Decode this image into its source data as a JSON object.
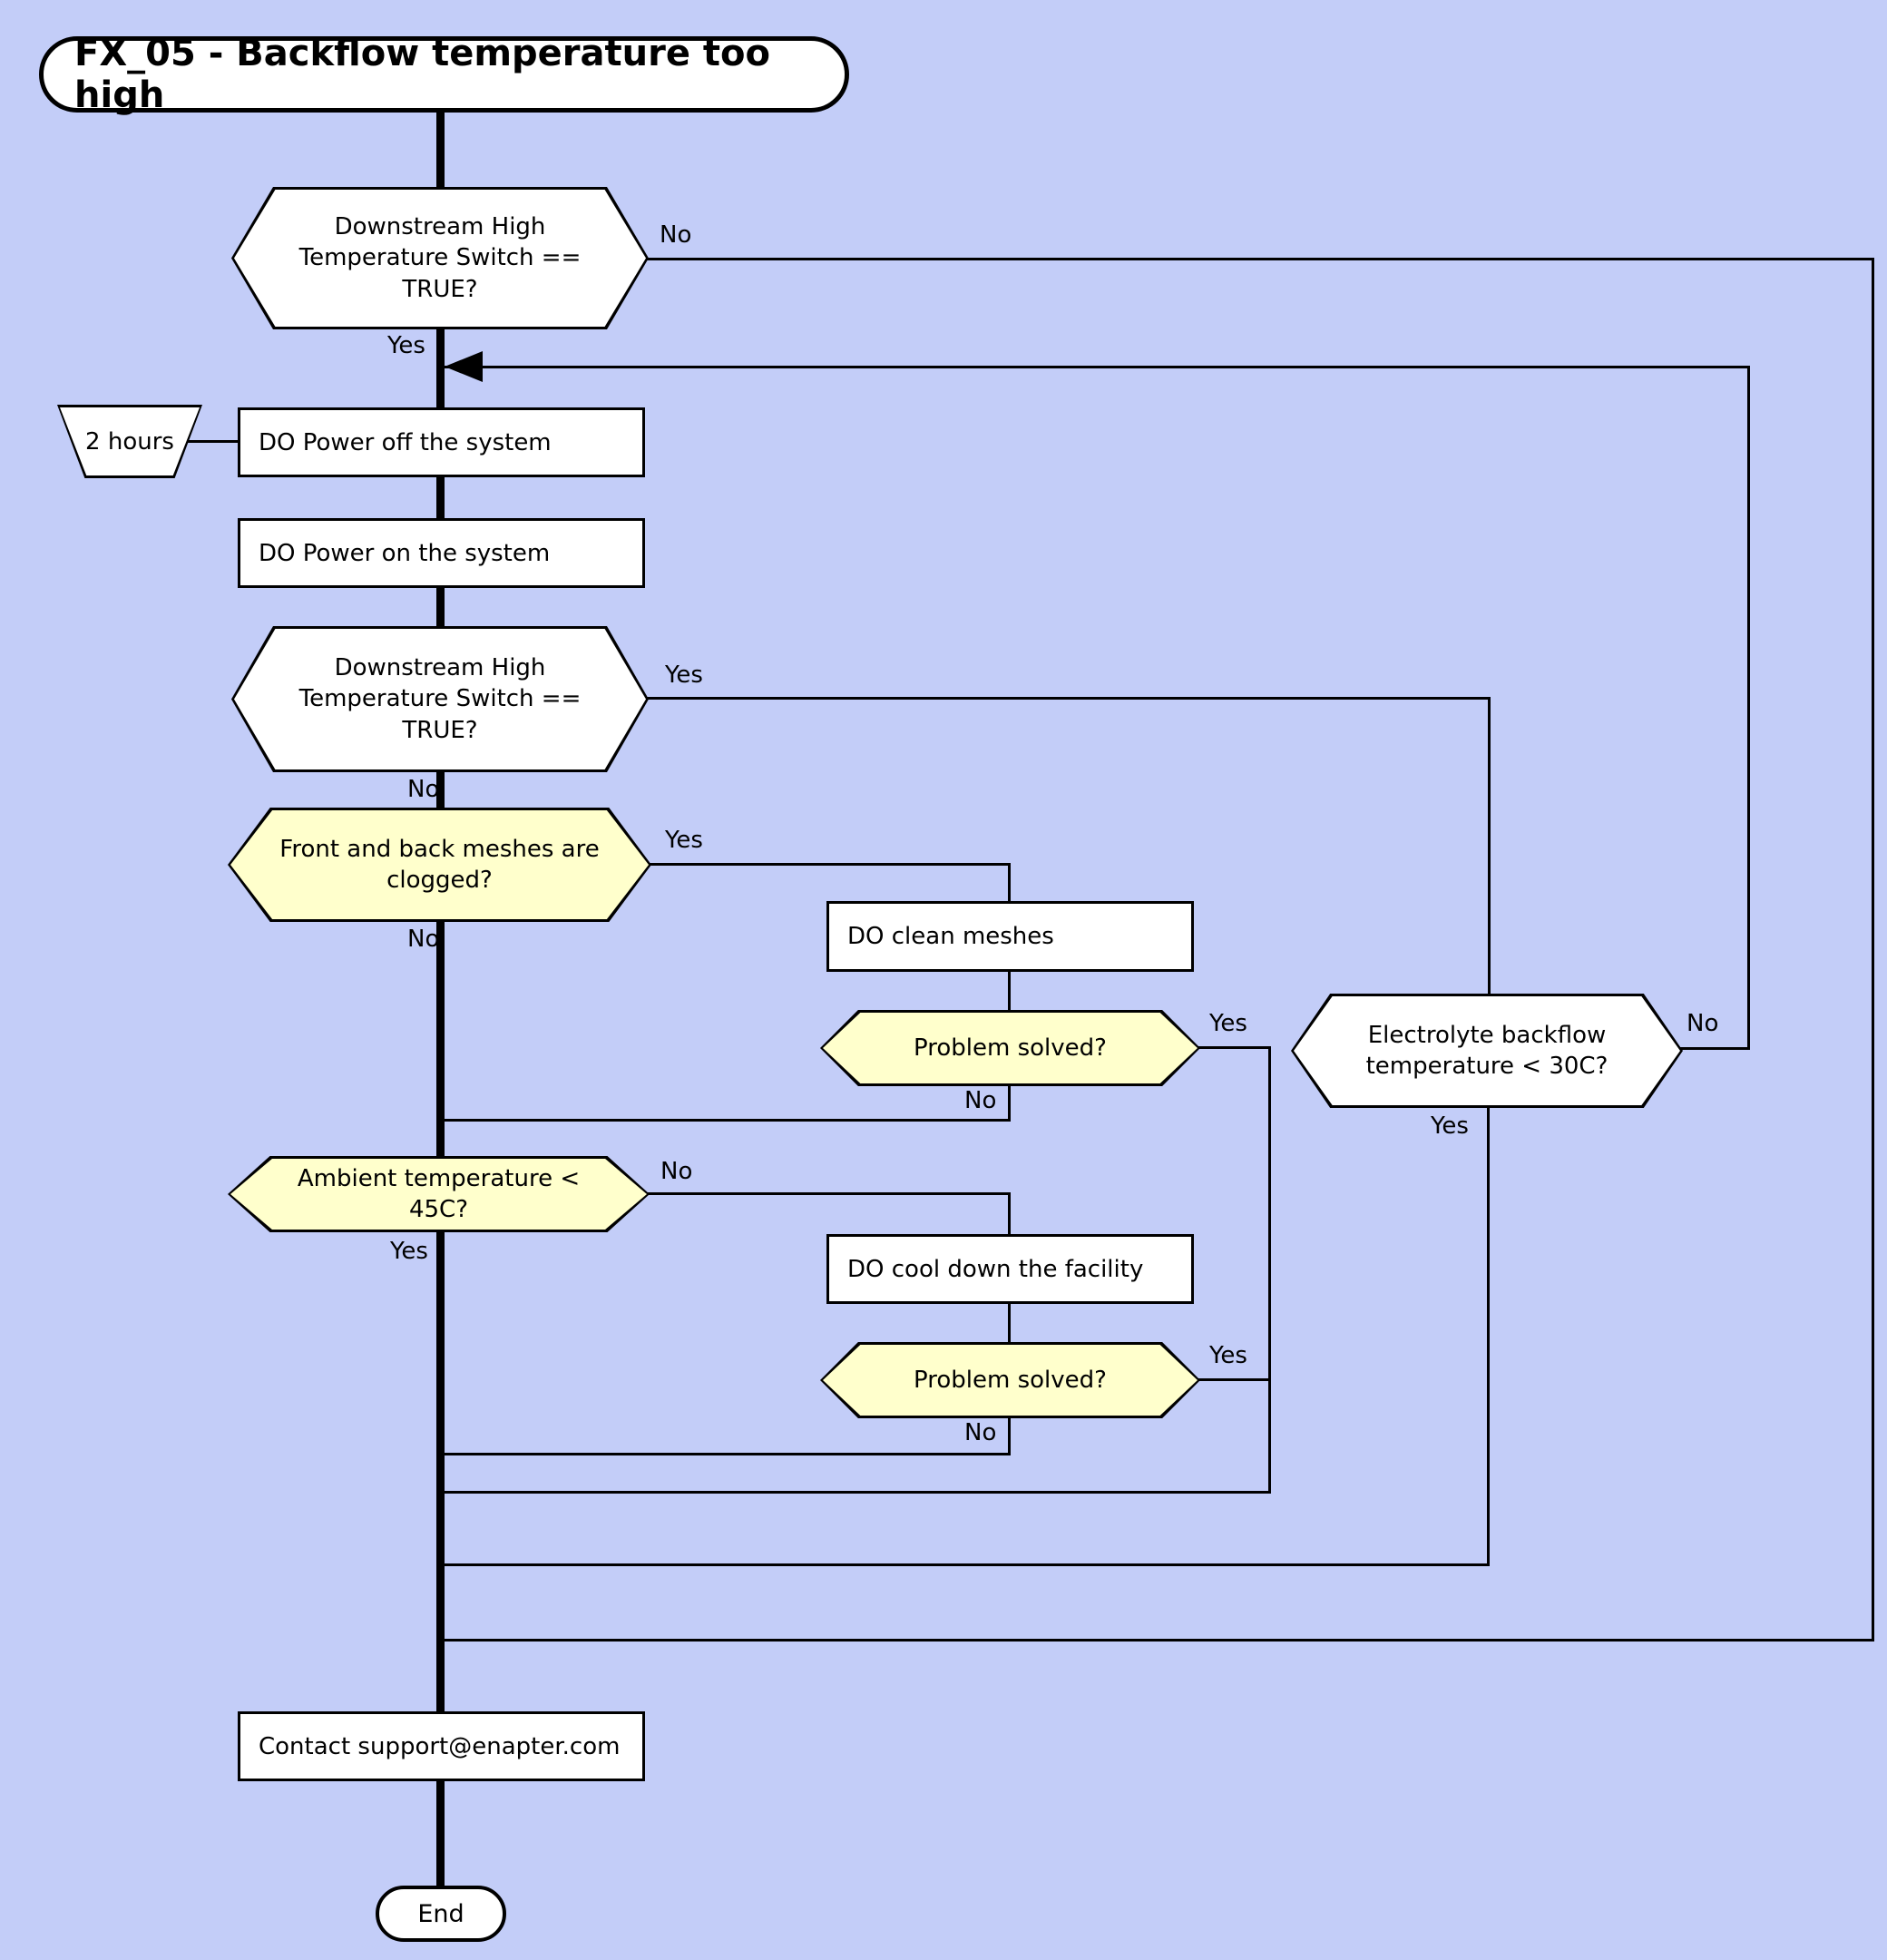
{
  "title": "FX_05 - Backflow temperature too high",
  "labels": {
    "yes": "Yes",
    "no": "No"
  },
  "nodes": {
    "decision_switch_1": "Downstream High Temperature Switch == TRUE?",
    "delay": "2 hours",
    "power_off": "DO Power off the system",
    "power_on": "DO Power on the system",
    "decision_switch_2": "Downstream High Temperature Switch == TRUE?",
    "decision_meshes": "Front and back meshes are clogged?",
    "clean_meshes": "DO clean meshes",
    "problem_solved_1": "Problem solved?",
    "decision_electrolyte": "Electrolyte backflow temperature < 30C?",
    "decision_ambient": "Ambient temperature < 45C?",
    "cool_facility": "DO cool down the facility",
    "problem_solved_2": "Problem solved?",
    "contact_support": "Contact support@enapter.com",
    "end": "End"
  },
  "colors": {
    "background": "#c3cdf8",
    "node_fill": "#ffffff",
    "decision_fill": "#ffffcc",
    "line": "#000000"
  }
}
